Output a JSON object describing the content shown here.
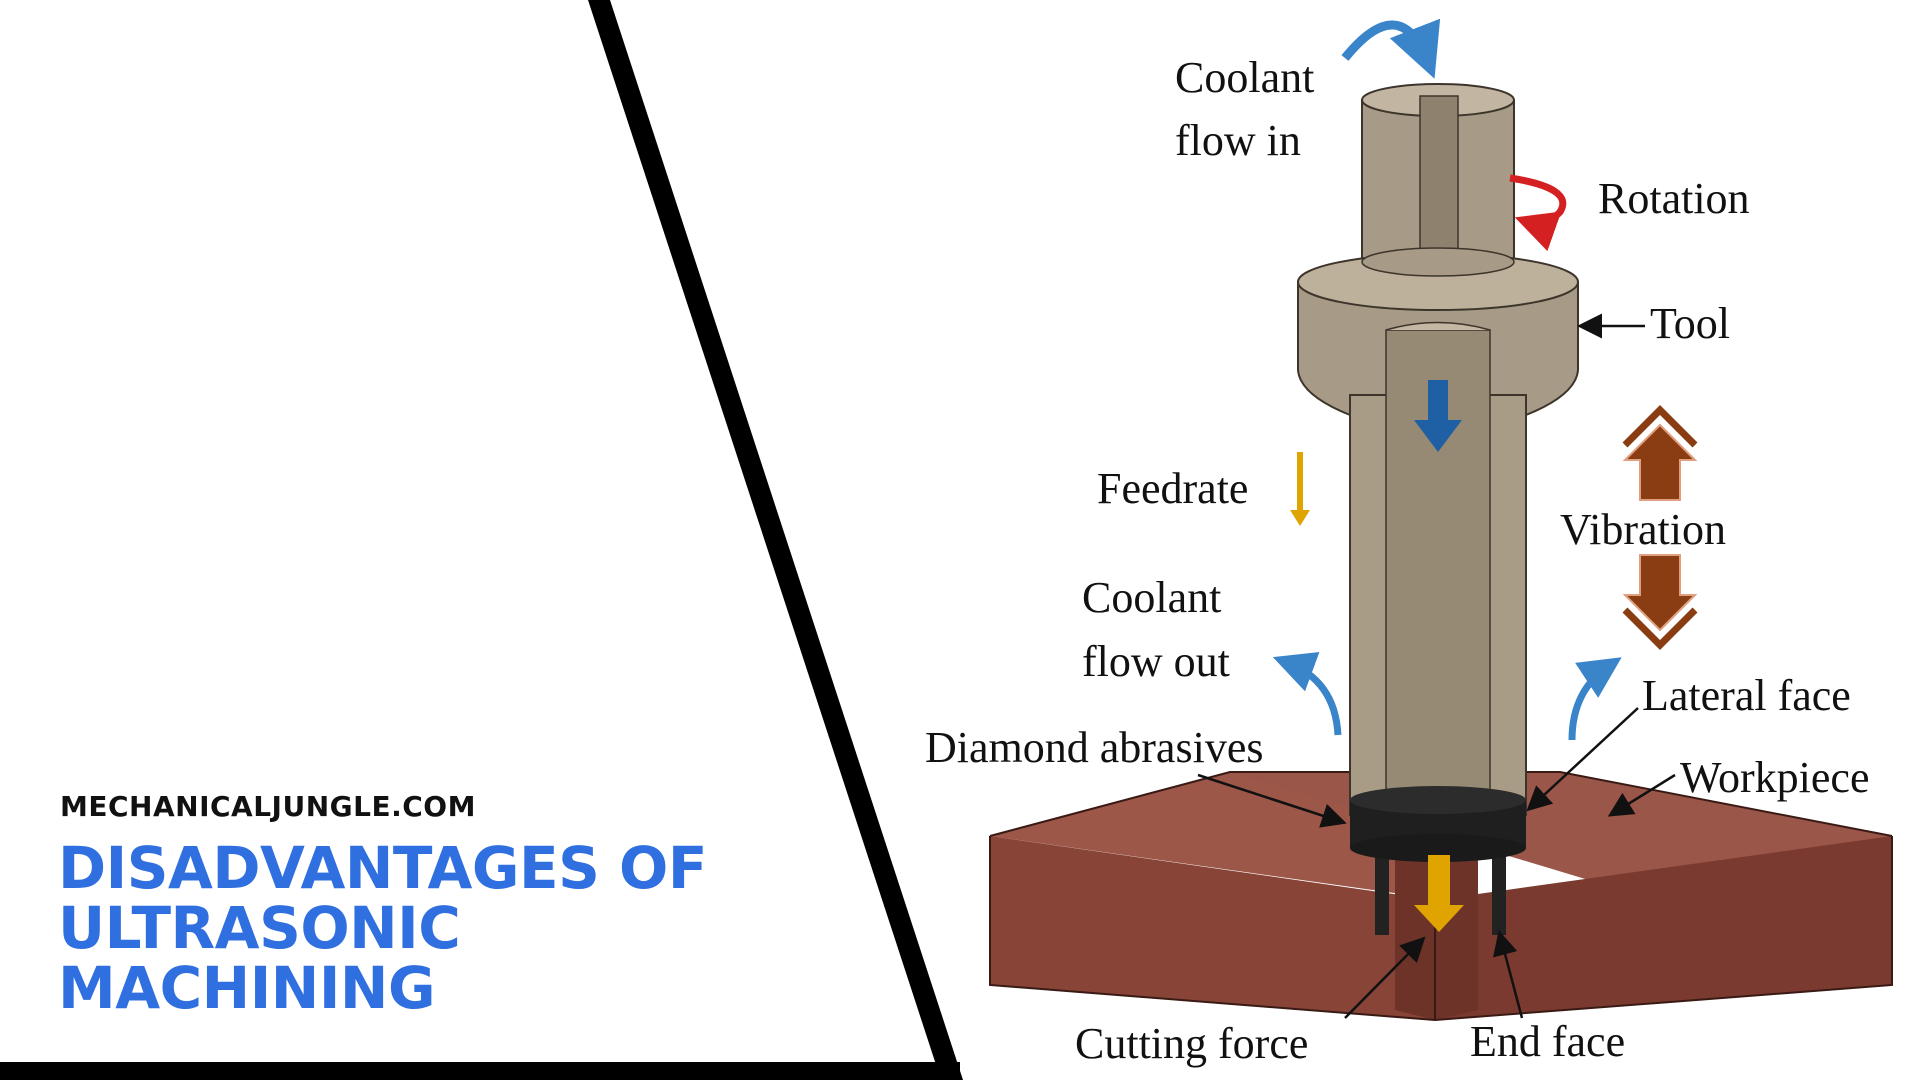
{
  "site": "MECHANICALJUNGLE.COM",
  "headline": [
    "DISADVANTAGES OF",
    "ULTRASONIC",
    "MACHINING"
  ],
  "diagram": {
    "labels": {
      "coolant_in_1": "Coolant",
      "coolant_in_2": "flow in",
      "rotation": "Rotation",
      "tool": "Tool",
      "feedrate": "Feedrate",
      "vibration": "Vibration",
      "coolant_out_1": "Coolant",
      "coolant_out_2": "flow out",
      "lateral_face": "Lateral face",
      "diamond_abrasives": "Diamond abrasives",
      "workpiece": "Workpiece",
      "cutting_force": "Cutting force",
      "end_face": "End face"
    }
  },
  "colors": {
    "headline": "#2f6fe0",
    "divider": "#000000",
    "tool": "#a79a86",
    "workpiece": "#8e4b3e",
    "coolant_arrow": "#3a84c9",
    "rotation_arrow": "#d42020",
    "feed_arrow": "#e0a400",
    "vibration_arrow": "#8a3d12"
  }
}
